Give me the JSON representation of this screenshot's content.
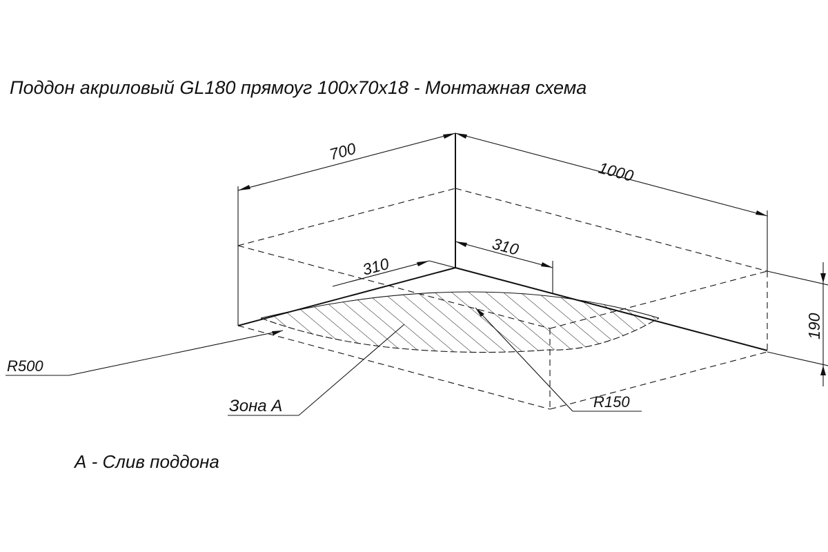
{
  "title": "Поддон акриловый  GL180 прямоуг 100х70х18 - Монтажная схема",
  "dimensions": {
    "width_700": "700",
    "length_1000": "1000",
    "offset_310_left": "310",
    "offset_310_right": "310",
    "height_190": "190"
  },
  "callouts": {
    "r500": "R500",
    "r150": "R150",
    "zone_a": "Зона А"
  },
  "legend": "А - Слив поддона",
  "colors": {
    "ink": "#111111",
    "paper": "#ffffff"
  }
}
